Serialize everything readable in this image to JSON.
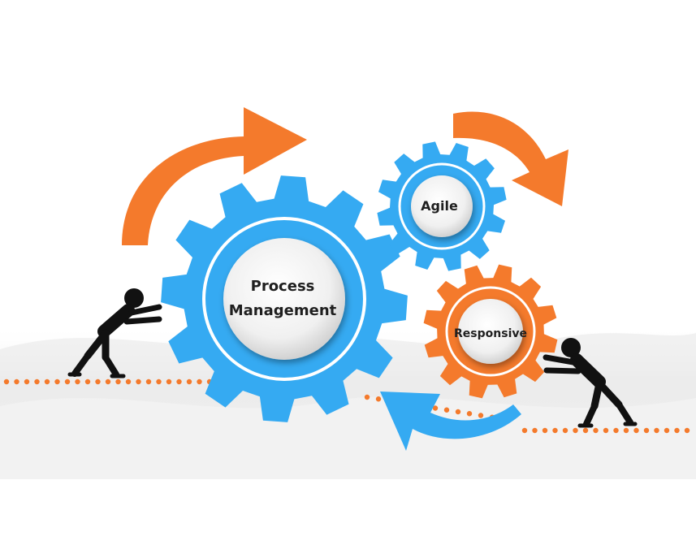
{
  "diagram": {
    "gears": [
      {
        "id": "process",
        "label_lines": [
          "Process",
          "Management"
        ],
        "color": "#35aaf2"
      },
      {
        "id": "agile",
        "label_lines": [
          "Agile"
        ],
        "color": "#35aaf2"
      },
      {
        "id": "responsive",
        "label_lines": [
          "Responsive"
        ],
        "color": "#f47a2c"
      }
    ],
    "arrows": [
      {
        "id": "top-left-arrow",
        "color": "#f47a2c",
        "direction": "clockwise"
      },
      {
        "id": "top-right-arrow",
        "color": "#f47a2c",
        "direction": "clockwise"
      },
      {
        "id": "bottom-arrow",
        "color": "#35aaf2",
        "direction": "counter-clockwise"
      }
    ],
    "figures": [
      {
        "id": "left-figure",
        "icon": "person-pushing-icon",
        "color": "#111111"
      },
      {
        "id": "right-figure",
        "icon": "person-pushing-icon",
        "color": "#111111"
      }
    ],
    "dotted_path_color": "#f47a2c",
    "hub_color": "#eeeeee"
  }
}
